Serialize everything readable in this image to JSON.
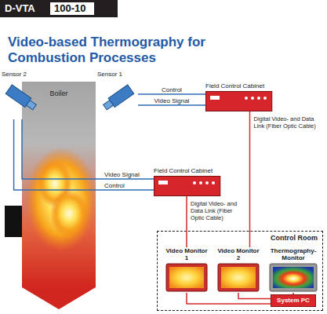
{
  "diagram": {
    "title": "Video-based Thermography for Combustion Processes",
    "nodes": [
      {
        "text": [
          "Boiler"
        ]
      },
      {
        "text": [
          "Sensor 2"
        ]
      },
      {
        "text": [
          "Sensor 1"
        ]
      },
      {
        "text": [
          "Field Control Cabinet"
        ]
      },
      {
        "text": [
          "Field Control Cabinet"
        ]
      },
      {
        "text": [
          "Control Room"
        ]
      },
      {
        "text": [
          "Video Monitor 1"
        ],
        "in": 5
      },
      {
        "text": [
          "Video Monitor 2"
        ],
        "in": 5
      },
      {
        "text": [
          "Thermography-Monitor"
        ],
        "in": 5
      },
      {
        "text": [
          "System PC"
        ],
        "in": 5
      }
    ],
    "edges": [
      {
        "from": 2,
        "to": 3,
        "label": "Control",
        "arrow": "none"
      },
      {
        "from": 2,
        "to": 3,
        "label": "Video Signal",
        "arrow": "none"
      },
      {
        "from": 1,
        "to": 4,
        "label": "Video Signal",
        "arrow": "none"
      },
      {
        "from": 1,
        "to": 4,
        "label": "Control",
        "arrow": "none"
      },
      {
        "from": 3,
        "to": 7,
        "label": "Digital Video- and Data Link (Fiber Optic Cable)",
        "arrow": "none"
      },
      {
        "from": 4,
        "to": 6,
        "label": "Digital Video- and Data Link (Fiber Optic Cable)",
        "arrow": "none"
      },
      {
        "from": 6,
        "to": 9,
        "arrow": "none"
      },
      {
        "from": 7,
        "to": 9,
        "arrow": "none"
      },
      {
        "from": 8,
        "to": 9,
        "arrow": "none"
      }
    ],
    "labels": [
      "D-VTA",
      "100-10"
    ]
  }
}
